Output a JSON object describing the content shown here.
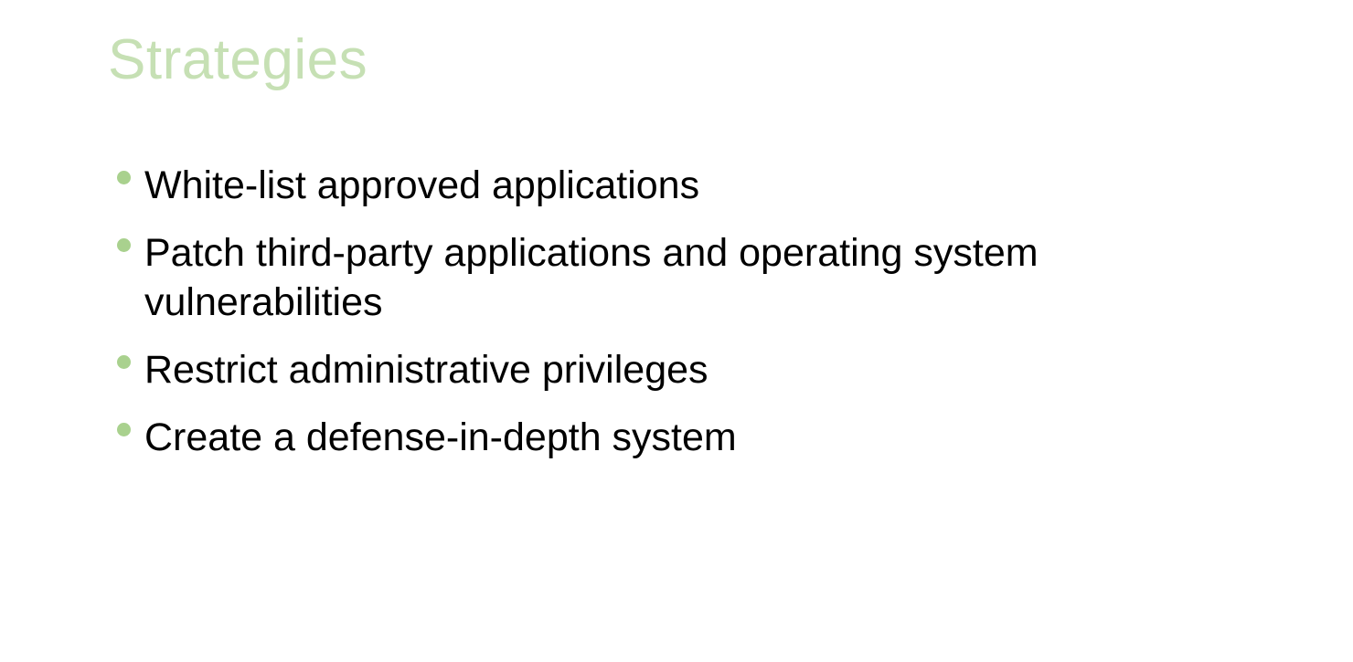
{
  "slide": {
    "title": "Strategies",
    "title_color": "#c6e0b4",
    "bullet_color": "#a9d18e",
    "bullets": [
      {
        "text": "White-list approved applications"
      },
      {
        "text": "Patch third-party applications and operating system vulnerabilities"
      },
      {
        "text": "Restrict administrative privileges"
      },
      {
        "text": "Create a defense-in-depth system"
      }
    ]
  }
}
